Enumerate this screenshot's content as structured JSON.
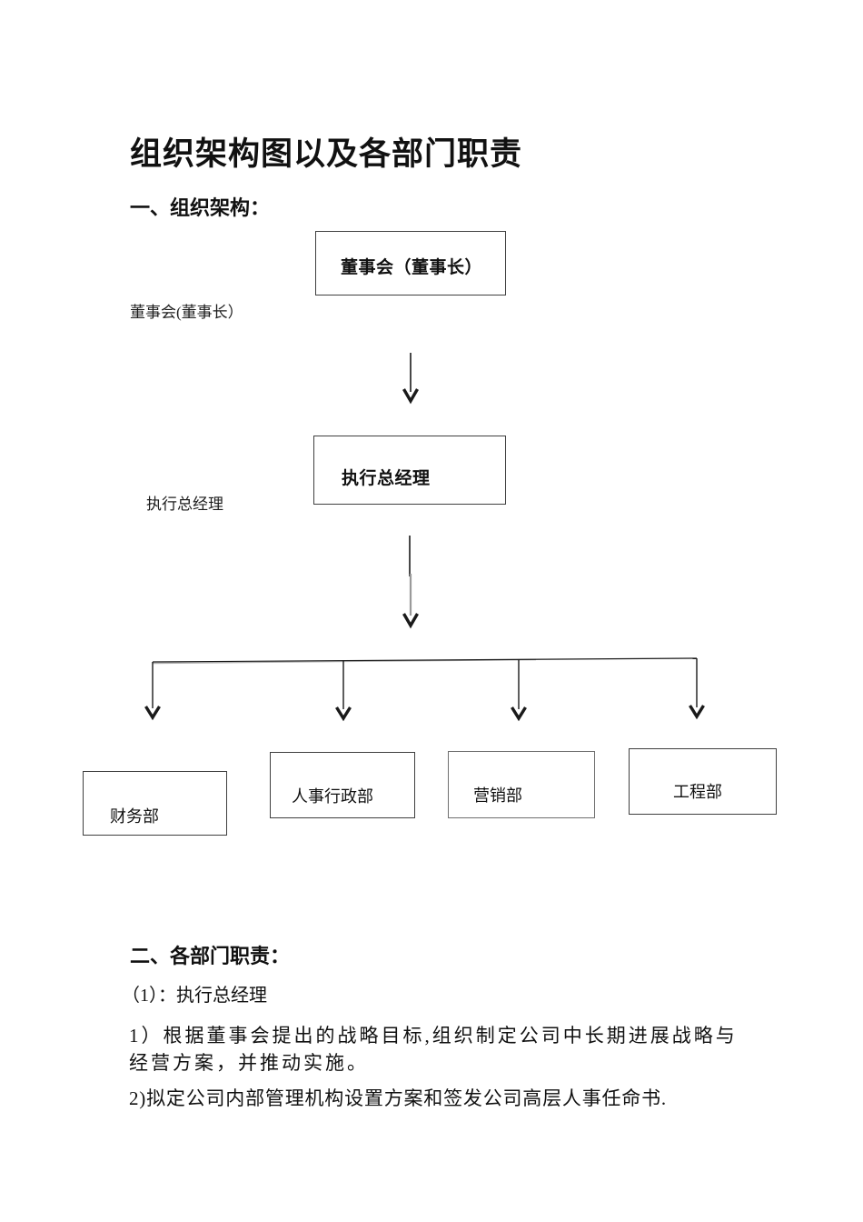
{
  "theme": {
    "ink": "#111111",
    "paper": "#ffffff",
    "box-border": "#3f3f3f",
    "connector": "#1a1a1a",
    "connector-gray": "#9a9a9a"
  },
  "document": {
    "title": "组织架构图以及各部门职责",
    "sections": [
      {
        "heading": "一、组织架构："
      },
      {
        "heading": "二、各部门职责："
      }
    ]
  },
  "org_chart": {
    "nodes": [
      {
        "id": "board",
        "label": "董事会（董事长）"
      },
      {
        "id": "gm",
        "label": "执行总经理"
      },
      {
        "id": "finance",
        "label": "财务部"
      },
      {
        "id": "hr",
        "label": "人事行政部"
      },
      {
        "id": "marketing",
        "label": "营销部"
      },
      {
        "id": "engineering",
        "label": "工程部"
      }
    ],
    "side_labels": [
      {
        "label": "董事会(董事长）"
      },
      {
        "label": "执行总经理"
      }
    ]
  },
  "responsibilities": {
    "subsection_heading": "（1）：执行总经理",
    "items": [
      {
        "lines": [
          "1）根据董事会提出的战略目标,组织制定公司中长期进展战略与",
          "经营方案，并推动实施。"
        ]
      },
      {
        "lines": [
          "2)拟定公司内部管理机构设置方案和签发公司高层人事任命书."
        ]
      }
    ]
  }
}
